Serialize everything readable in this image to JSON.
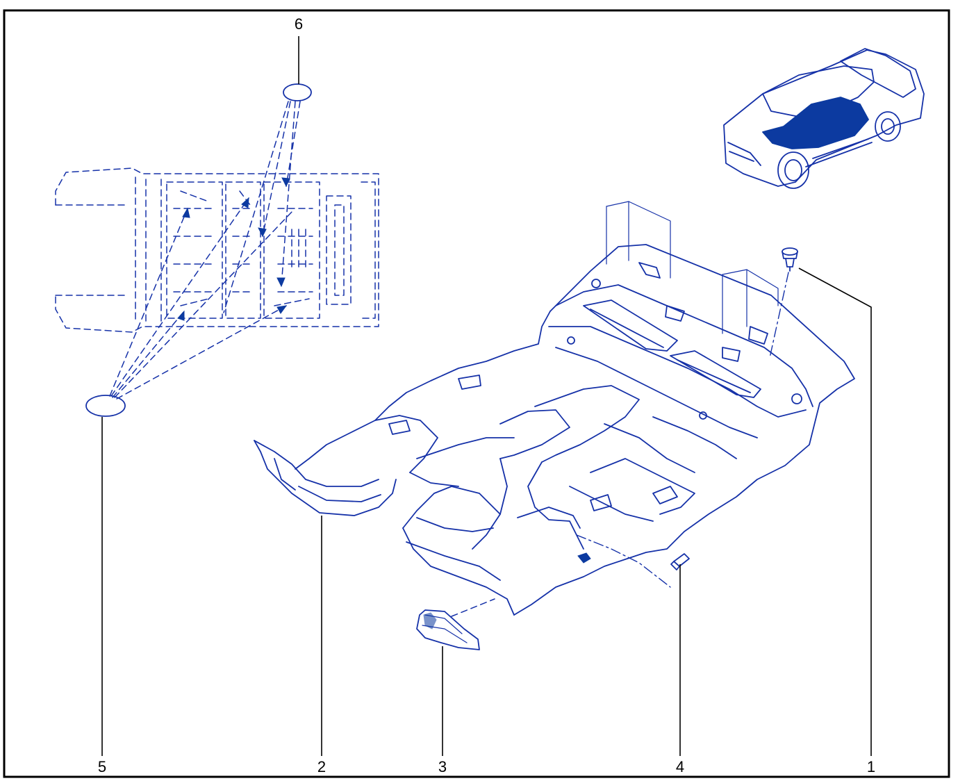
{
  "colors": {
    "line": "#1531a8",
    "fill": "#0c3aa0",
    "text": "#000000",
    "frame": "#000000"
  },
  "callouts": [
    "1",
    "2",
    "3",
    "4",
    "5",
    "6"
  ]
}
